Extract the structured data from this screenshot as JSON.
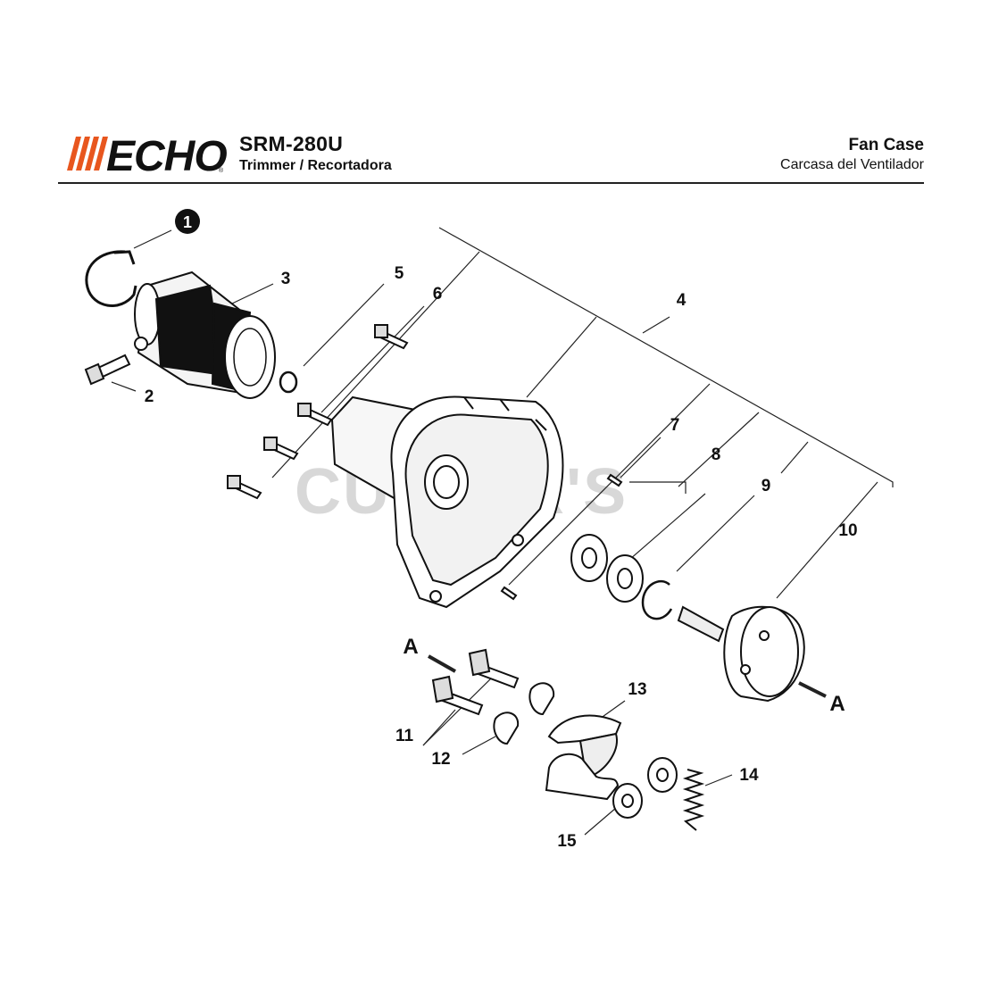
{
  "brand": {
    "name": "ECHO",
    "accent_color": "#e8561e"
  },
  "header": {
    "model": "SRM-280U",
    "subtitle": "Trimmer / Recortadora",
    "section_title": "Fan Case",
    "section_title_es": "Carcasa del Ventilador"
  },
  "watermark": "CUTTER'S",
  "callouts": {
    "c1": "1",
    "c2": "2",
    "c3": "3",
    "c4": "4",
    "c5": "5",
    "c6": "6",
    "c7": "7",
    "c8": "8",
    "c9": "9",
    "c10": "10",
    "c11": "11",
    "c12": "12",
    "c13": "13",
    "c14": "14",
    "c15": "15",
    "ref_a": "A"
  }
}
